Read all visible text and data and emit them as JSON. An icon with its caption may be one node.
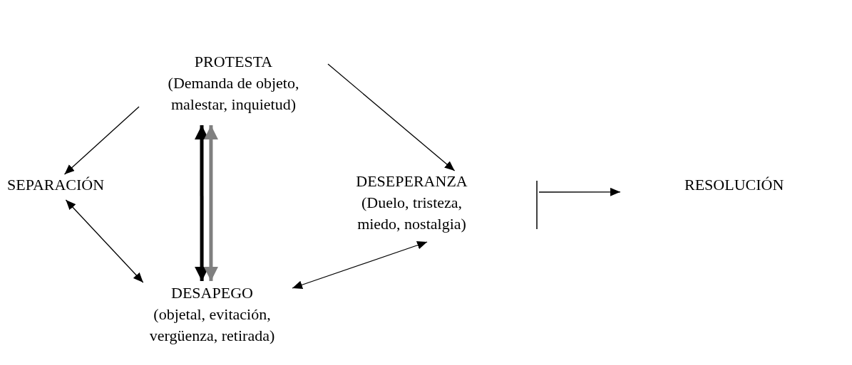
{
  "diagram": {
    "nodes": [
      {
        "text": [
          "PROTESTA",
          "(Demanda de objeto, malestar, inquietud)"
        ]
      },
      {
        "text": [
          "SEPARACIÓN"
        ]
      },
      {
        "text": [
          "DESEPERANZA",
          "(Duelo, tristeza, miedo, nostalgia)"
        ]
      },
      {
        "text": [
          "RESOLUCIÓN"
        ]
      },
      {
        "text": [
          "DESAPEGO",
          "(objetal, evitación, vergüenza, retirada)"
        ]
      }
    ],
    "edges": [
      {
        "from": 0,
        "to": 1,
        "arrow": "to"
      },
      {
        "from": 0,
        "to": 2,
        "arrow": "to"
      },
      {
        "from": 1,
        "to": 4,
        "arrow": "both"
      },
      {
        "from": 4,
        "to": 2,
        "arrow": "both"
      },
      {
        "from": 0,
        "to": 4,
        "arrow": "both",
        "style": "thick"
      },
      {
        "from": 0,
        "to": 4,
        "arrow": "both",
        "style": "thick",
        "color": "#808080"
      },
      {
        "from": 2,
        "to": 3,
        "arrow": "to"
      }
    ]
  }
}
